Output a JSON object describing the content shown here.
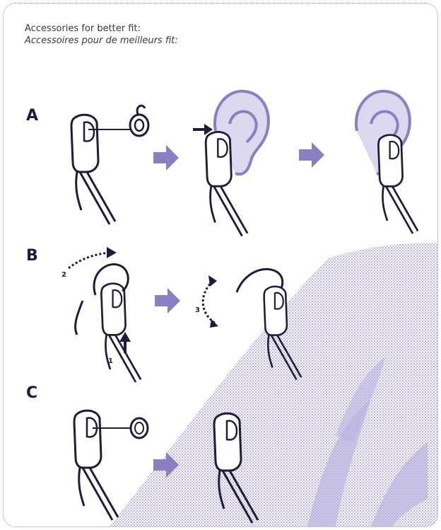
{
  "captions": {
    "en": "Accessories for better fit:",
    "fr": "Accessoires pour de meilleurs fit:"
  },
  "rows": [
    {
      "label": "A"
    },
    {
      "label": "B",
      "steps": [
        "2",
        "3",
        "1"
      ]
    },
    {
      "label": "C"
    }
  ],
  "colors": {
    "ink": "#1f1c3a",
    "accent": "#8a7fc0",
    "shade": "#c9c3e6",
    "border": "#8b86b0"
  },
  "icons": [
    "headset-icon",
    "ear-cushion-icon",
    "ear-loop-icon",
    "arrow-right-icon",
    "ear-icon",
    "curved-arrow-icon",
    "double-arrow-icon"
  ]
}
